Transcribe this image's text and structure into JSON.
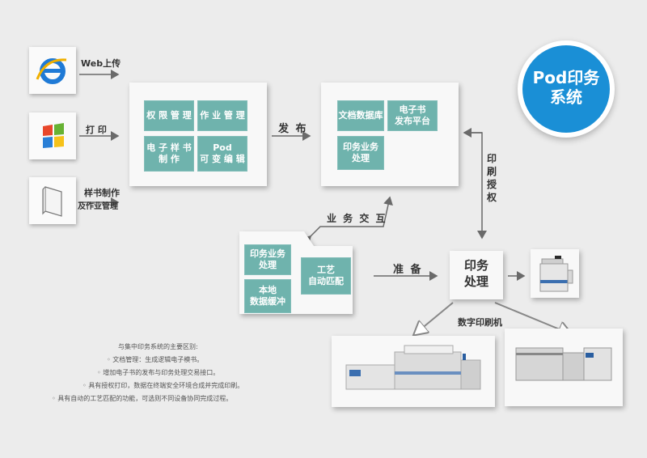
{
  "badge": {
    "title_line1": "Pod印务",
    "title_line2": "系统",
    "color": "#1a8fd6"
  },
  "inputs": [
    {
      "icon": "ie-browser-icon",
      "label": "Web上传"
    },
    {
      "icon": "windows-icon",
      "label": "打 印"
    },
    {
      "icon": "book-icon",
      "label_line1": "样书制作",
      "label_line2": "及作业管理"
    }
  ],
  "box1": {
    "tiles": [
      "权 限 管 理",
      "作 业 管 理",
      "电 子 样 书\n制 作",
      "Pod\n可 变 编 辑"
    ]
  },
  "publish_label": "发 布",
  "box2": {
    "tiles": [
      "文档数据库",
      "电子书\n发布平台",
      "印务业务\n处理"
    ]
  },
  "auth_label": "印\n刷\n授\n权",
  "interact_label": "业 务 交 互",
  "box3": {
    "tiles": [
      "印务业务\n处理",
      "本地\n数据缓冲",
      "工艺\n自动匹配"
    ]
  },
  "prepare_label": "准 备",
  "process_box": {
    "label": "印务\n处理"
  },
  "printer_label": "数字印刷机",
  "notes": {
    "title": "与集中印务系统的主要区别:",
    "items": [
      "◦ 文档管理：生成逻辑电子模书。",
      "◦ 增加电子书的发布与印务处理交易接口。",
      "◦ 具有授权打印，数据在终端安全环境合成并完成印刷。",
      "◦ 具有自动的工艺匹配的功能，可选则不同设备协同完成过程。"
    ]
  },
  "colors": {
    "tile": "#6fb3ad",
    "arrow": "#6a6a6a"
  }
}
